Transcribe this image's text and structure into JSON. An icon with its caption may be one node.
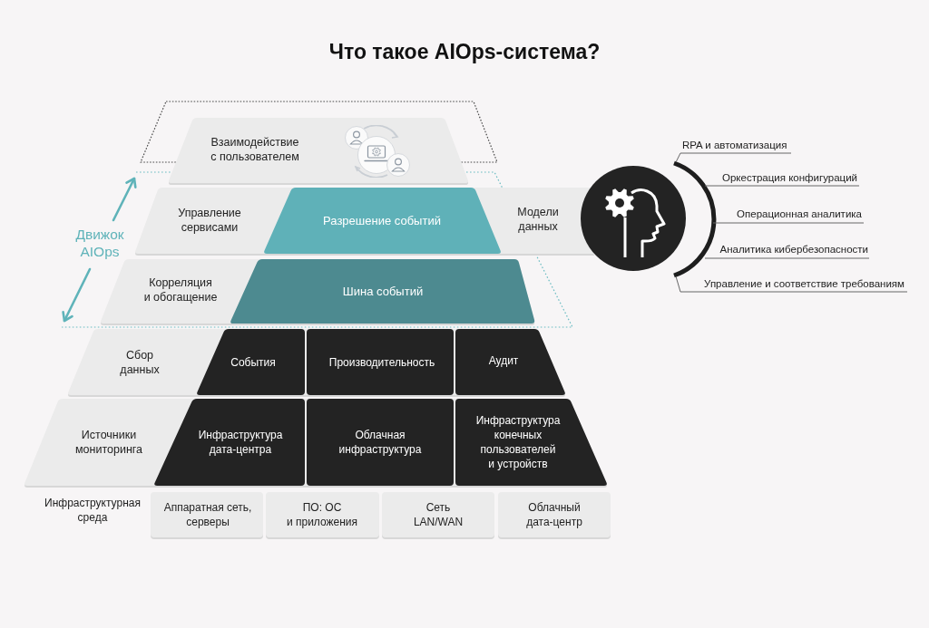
{
  "diagram": {
    "title": "Что такое AIOps-система?",
    "nodes": [
      {
        "text": [
          "Взаимодействие с пользователем"
        ]
      },
      {
        "text": [
          "Управление сервисами",
          "Модели данных"
        ]
      },
      {
        "text": [
          "Разрешение событий"
        ],
        "in": 1
      },
      {
        "text": [
          "Корреляция и обогащение"
        ]
      },
      {
        "text": [
          "Шина событий"
        ],
        "in": 3
      },
      {
        "text": [
          "Сбор данных"
        ]
      },
      {
        "text": [
          "События"
        ],
        "in": 5
      },
      {
        "text": [
          "Производительность"
        ],
        "in": 5
      },
      {
        "text": [
          "Аудит"
        ],
        "in": 5
      },
      {
        "text": [
          "Источники мониторинга"
        ]
      },
      {
        "text": [
          "Инфраструктура дата-центра"
        ],
        "in": 9
      },
      {
        "text": [
          "Облачная инфраструктура"
        ],
        "in": 9
      },
      {
        "text": [
          "Инфраструктура конечных пользователей и устройств"
        ],
        "in": 9
      },
      {
        "text": [
          "Аппаратная сеть, серверы"
        ]
      },
      {
        "text": [
          "ПО: ОС и приложения"
        ]
      },
      {
        "text": [
          "Сеть LAN/WAN"
        ]
      },
      {
        "text": [
          "Облачный дата-центр"
        ]
      }
    ],
    "labels": [
      "Движок AIOps",
      "RPA и автоматизация",
      "Оркестрация конфигураций",
      "Операционная аналитика",
      "Аналитика кибербезопасности",
      "Управление и соответствие требованиям",
      "Инфраструктурная среда"
    ]
  }
}
